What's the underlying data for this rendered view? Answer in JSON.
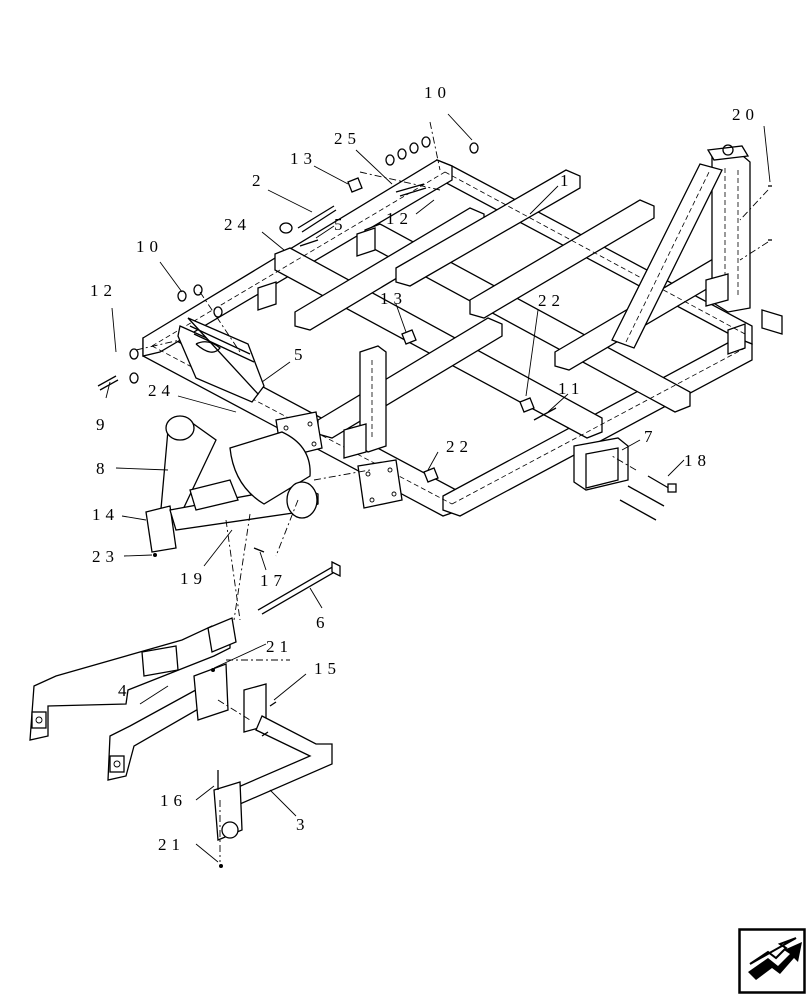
{
  "callouts": [
    {
      "id": "c1",
      "text": "1"
    },
    {
      "id": "c2",
      "text": "2"
    },
    {
      "id": "c3",
      "text": "3"
    },
    {
      "id": "c4",
      "text": "4"
    },
    {
      "id": "c5a",
      "text": "5"
    },
    {
      "id": "c5b",
      "text": "5"
    },
    {
      "id": "c6",
      "text": "6"
    },
    {
      "id": "c7",
      "text": "7"
    },
    {
      "id": "c8",
      "text": "8"
    },
    {
      "id": "c9",
      "text": "9"
    },
    {
      "id": "c10a",
      "text": "10"
    },
    {
      "id": "c10b",
      "text": "10"
    },
    {
      "id": "c11",
      "text": "11"
    },
    {
      "id": "c12a",
      "text": "12"
    },
    {
      "id": "c12b",
      "text": "12"
    },
    {
      "id": "c13a",
      "text": "13"
    },
    {
      "id": "c13b",
      "text": "13"
    },
    {
      "id": "c14",
      "text": "14"
    },
    {
      "id": "c15",
      "text": "15"
    },
    {
      "id": "c16",
      "text": "16"
    },
    {
      "id": "c17",
      "text": "17"
    },
    {
      "id": "c18",
      "text": "18"
    },
    {
      "id": "c19",
      "text": "19"
    },
    {
      "id": "c20",
      "text": "20"
    },
    {
      "id": "c21a",
      "text": "21"
    },
    {
      "id": "c21b",
      "text": "21"
    },
    {
      "id": "c22a",
      "text": "22"
    },
    {
      "id": "c22b",
      "text": "22"
    },
    {
      "id": "c23",
      "text": "23"
    },
    {
      "id": "c24a",
      "text": "24"
    },
    {
      "id": "c24b",
      "text": "24"
    },
    {
      "id": "c25",
      "text": "25"
    }
  ],
  "nav": {
    "icon": "next-page-arrow-icon"
  }
}
